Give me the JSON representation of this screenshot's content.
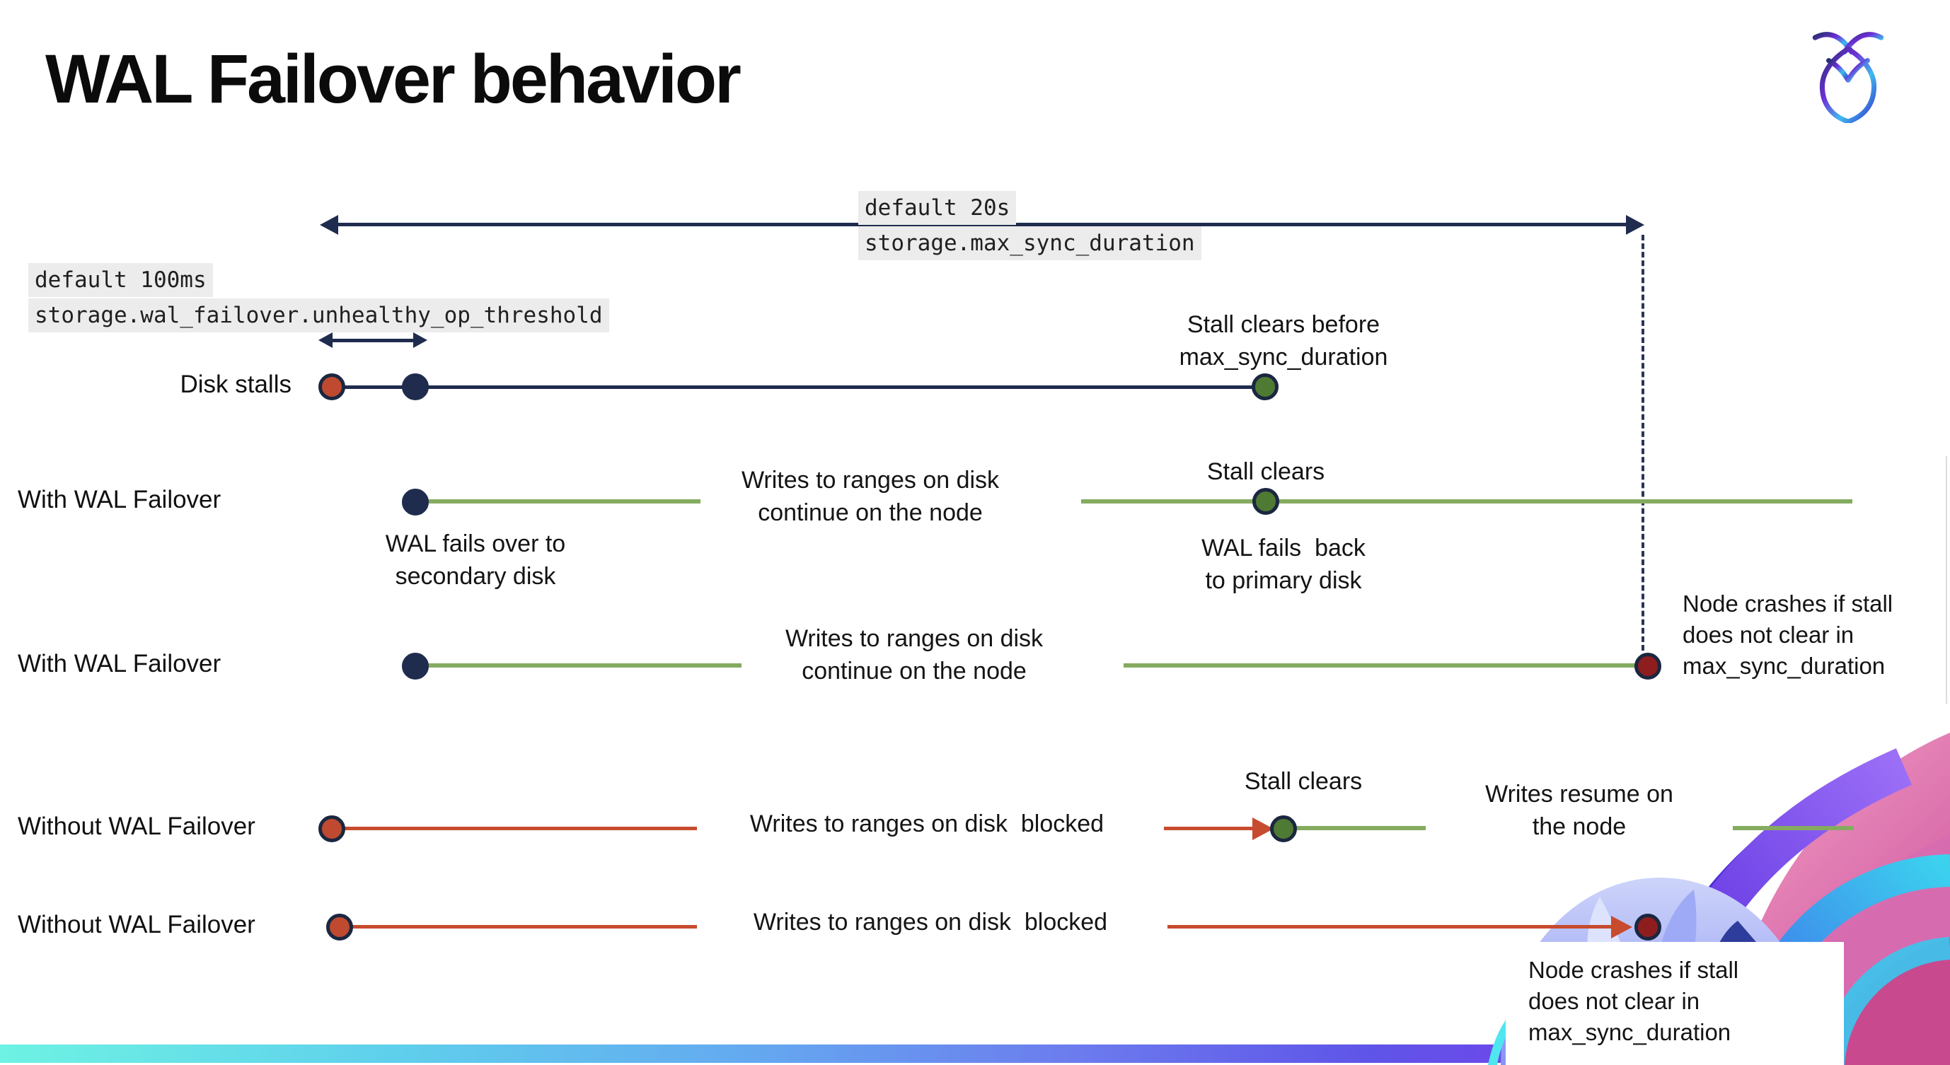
{
  "page": {
    "title": "WAL Failover behavior"
  },
  "callouts": {
    "max_sync_default": "default 20s",
    "max_sync_setting": "storage.max_sync_duration",
    "threshold_default": "default 100ms",
    "threshold_setting": "storage.wal_failover.unhealthy_op_threshold"
  },
  "rows": {
    "disk": {
      "label": "Disk stalls",
      "stall_note": "Stall clears before\nmax_sync_duration"
    },
    "wal1": {
      "label": "With WAL Failover",
      "failover_note": "WAL fails over to\nsecondary disk",
      "writes_note": "Writes to ranges on disk\ncontinue on the node",
      "stall_clears": "Stall clears",
      "failback_note": "WAL fails  back\nto primary disk"
    },
    "wal2": {
      "label": "With WAL Failover",
      "writes_note": "Writes to ranges on disk\ncontinue on the node",
      "crash_note": "Node crashes if stall\ndoes not clear in\nmax_sync_duration"
    },
    "nowal1": {
      "label": "Without WAL Failover",
      "writes_note": "Writes to ranges on disk  blocked",
      "stall_clears": "Stall clears",
      "resume_note": "Writes resume on\nthe node"
    },
    "nowal2": {
      "label": "Without WAL Failover",
      "writes_note": "Writes to ranges on disk  blocked",
      "crash_note": "Node crashes if stall\ndoes not clear in\nmax_sync_duration"
    }
  },
  "colors": {
    "navy": "#1f2c4e",
    "green_line": "#85ab60",
    "green_dot": "#4e7a33",
    "red_line": "#c74b2e",
    "red_dot": "#bf4a2f",
    "crash_dot": "#8e1d1d",
    "code_bg": "#ececec",
    "bar_gradient": [
      "#6ef2e3",
      "#5fd0ec",
      "#64aaf0",
      "#6c7cee",
      "#5f55e8",
      "#7a3bec",
      "#a13ae4"
    ]
  }
}
